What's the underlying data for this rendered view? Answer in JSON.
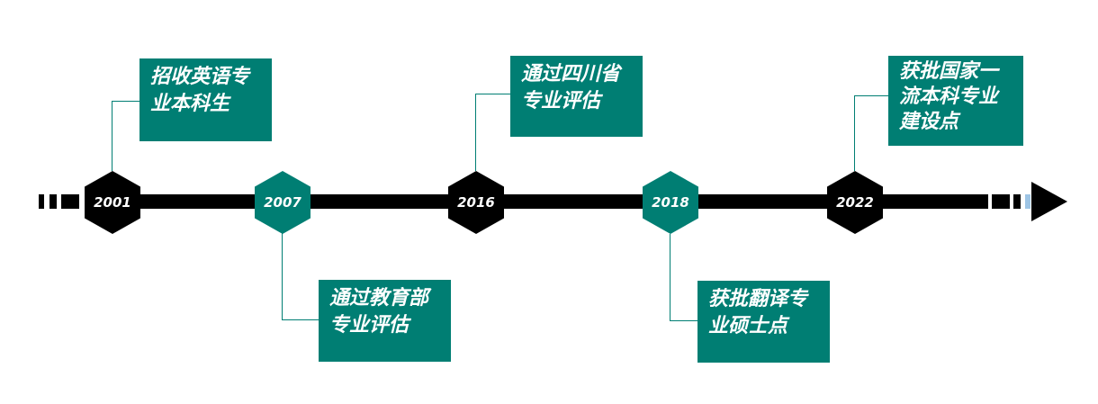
{
  "timeline": [
    {
      "year": "2001",
      "text": "招收英语专业本科生",
      "lines": [
        "招收英语专",
        "业本科生"
      ],
      "style": "black",
      "position": "above"
    },
    {
      "year": "2007",
      "text": "通过教育部专业评估",
      "lines": [
        "通过教育部",
        "专业评估"
      ],
      "style": "teal",
      "position": "below"
    },
    {
      "year": "2016",
      "text": "通过四川省专业评估",
      "lines": [
        "通过四川省",
        "专业评估"
      ],
      "style": "black",
      "position": "above"
    },
    {
      "year": "2018",
      "text": "获批翻译专业硕士点",
      "lines": [
        "获批翻译专",
        "业硕士点"
      ],
      "style": "teal",
      "position": "below"
    },
    {
      "year": "2022",
      "text": "获批国家一流本科专业建设点",
      "lines": [
        "获批国家一",
        "流本科专业",
        "建设点"
      ],
      "style": "black",
      "position": "above"
    }
  ],
  "colors": {
    "teal": "#007e73",
    "black": "#000000",
    "accent_light_blue": "#9ec5e5"
  },
  "icons": {
    "arrow": "right-arrow-head"
  }
}
